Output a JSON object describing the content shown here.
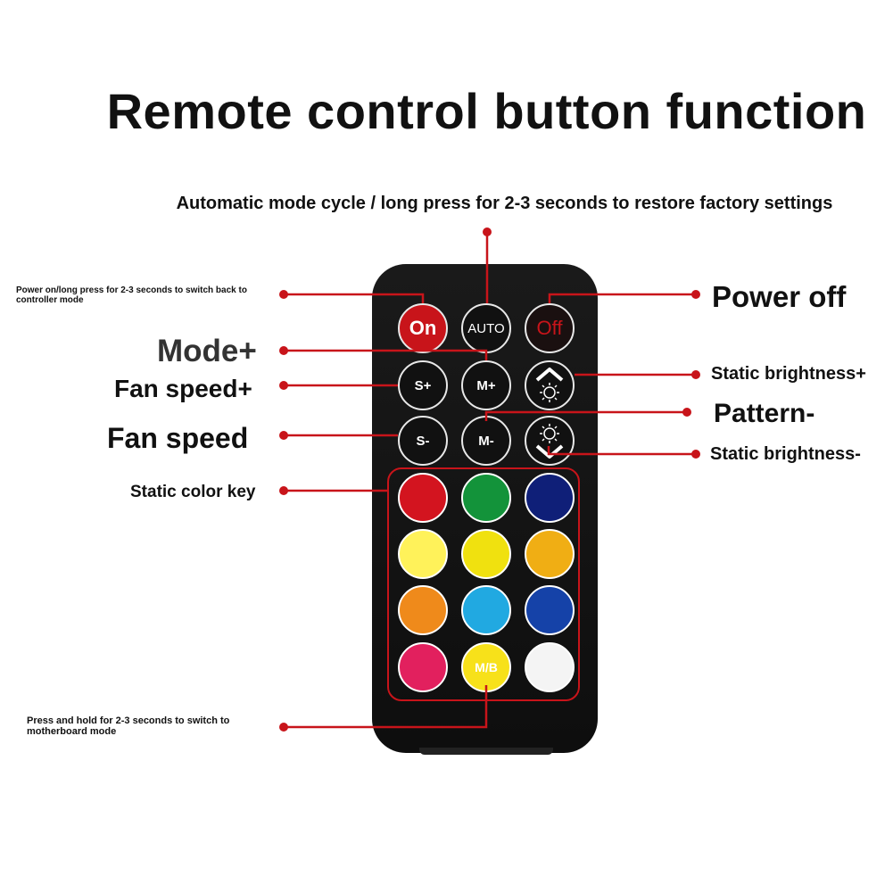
{
  "title": "Remote control button function",
  "labels": {
    "auto_desc": "Automatic mode cycle / long press for 2-3 seconds to restore factory settings",
    "power_on_desc": "Power on/long press for 2-3 seconds to switch back to controller mode",
    "power_off": "Power off",
    "mode_plus": "Mode+",
    "fan_speed_plus": "Fan speed+",
    "fan_speed_minus": "Fan speed",
    "static_brightness_plus": "Static brightness+",
    "pattern_minus": "Pattern-",
    "static_brightness_minus": "Static brightness-",
    "static_color_key": "Static color key",
    "mb_desc": "Press and hold for 2-3 seconds to switch to motherboard mode"
  },
  "buttons": {
    "on": "On",
    "auto": "AUTO",
    "off": "Off",
    "s_plus": "S+",
    "m_plus": "M+",
    "s_minus": "S-",
    "m_minus": "M-",
    "mb": "M/B"
  },
  "icons": {
    "brightness_up": "sun-up-arrow-icon",
    "brightness_down": "sun-down-arrow-icon"
  },
  "colors": {
    "accent_red": "#c8141a",
    "color_keys": [
      "#d3141f",
      "#13933a",
      "#0f1f78",
      "#fff25a",
      "#f0e10f",
      "#f0ae14",
      "#ef8a1b",
      "#21a9e1",
      "#1542a8",
      "#e2205e",
      "#f7e11a",
      "#f4f4f4"
    ]
  }
}
